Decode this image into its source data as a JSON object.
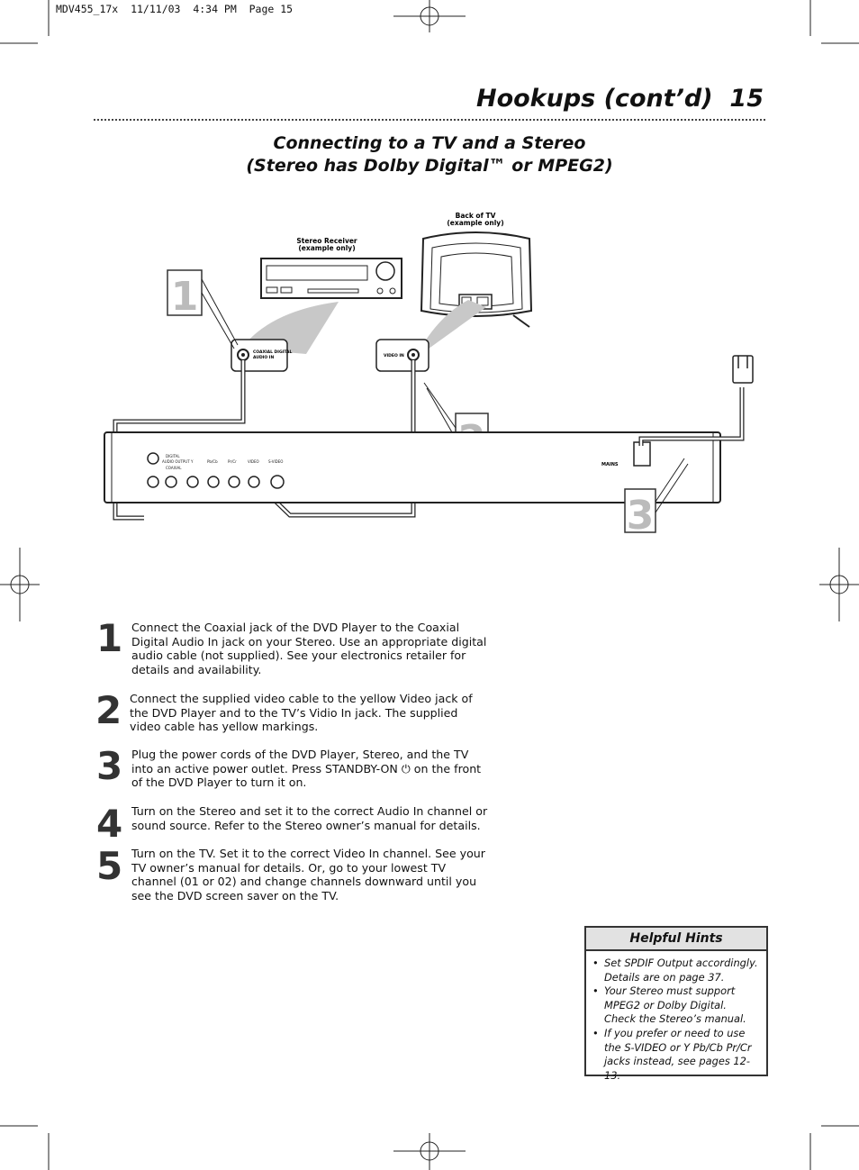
{
  "header": {
    "slug": "MDV455_17x  11/11/03  4:34 PM  Page 15",
    "title": "Hookups (cont’d)",
    "page_number": "15"
  },
  "section": {
    "title_line1": "Connecting to a TV and a Stereo",
    "title_line2": "(Stereo has Dolby Digital™ or MPEG2)"
  },
  "diagram": {
    "tv_label_line1": "Back of TV",
    "tv_label_line2": "(example only)",
    "receiver_label_line1": "Stereo Receiver",
    "receiver_label_line2": "(example only)",
    "coax_label_line1": "COAXIAL DIGITAL",
    "coax_label_line2": "AUDIO IN",
    "video_in_label": "VIDEO IN",
    "mains_label": "MAINS",
    "callout_1": "1",
    "callout_2": "2",
    "callout_3": "3"
  },
  "steps": [
    {
      "number": "1",
      "text": "Connect the Coaxial jack of the DVD Player to the Coaxial Digital Audio In jack on your Stereo. Use an appropriate digital audio cable (not supplied). See your electronics retailer for details and availability."
    },
    {
      "number": "2",
      "text": "Connect the supplied video cable to the yellow Video jack of the DVD Player and to the TV’s Vidio In jack. The supplied video cable has yellow markings."
    },
    {
      "number": "3",
      "text": "Plug the power cords of the DVD Player, Stereo, and the TV into an active power outlet.  Press STANDBY-ON ⏻ on the front of the DVD Player to turn it on."
    },
    {
      "number": "4",
      "text": "Turn on the Stereo and set it to the correct Audio In channel or sound source. Refer to the Stereo owner’s manual for details."
    },
    {
      "number": "5",
      "text": "Turn on the TV. Set it to the correct Video In channel. See your TV owner’s manual for details. Or, go to your lowest TV channel (01 or 02) and change channels downward until you see the DVD screen saver on the TV."
    }
  ],
  "hints": {
    "title": "Helpful Hints",
    "items": [
      "Set SPDIF Output accordingly. Details are on page 37.",
      "Your Stereo must support MPEG2 or Dolby Digital. Check the Stereo’s manual.",
      "If you prefer or need to use the S-VIDEO or Y Pb/Cb Pr/Cr jacks instead, see pages 12-13."
    ]
  }
}
